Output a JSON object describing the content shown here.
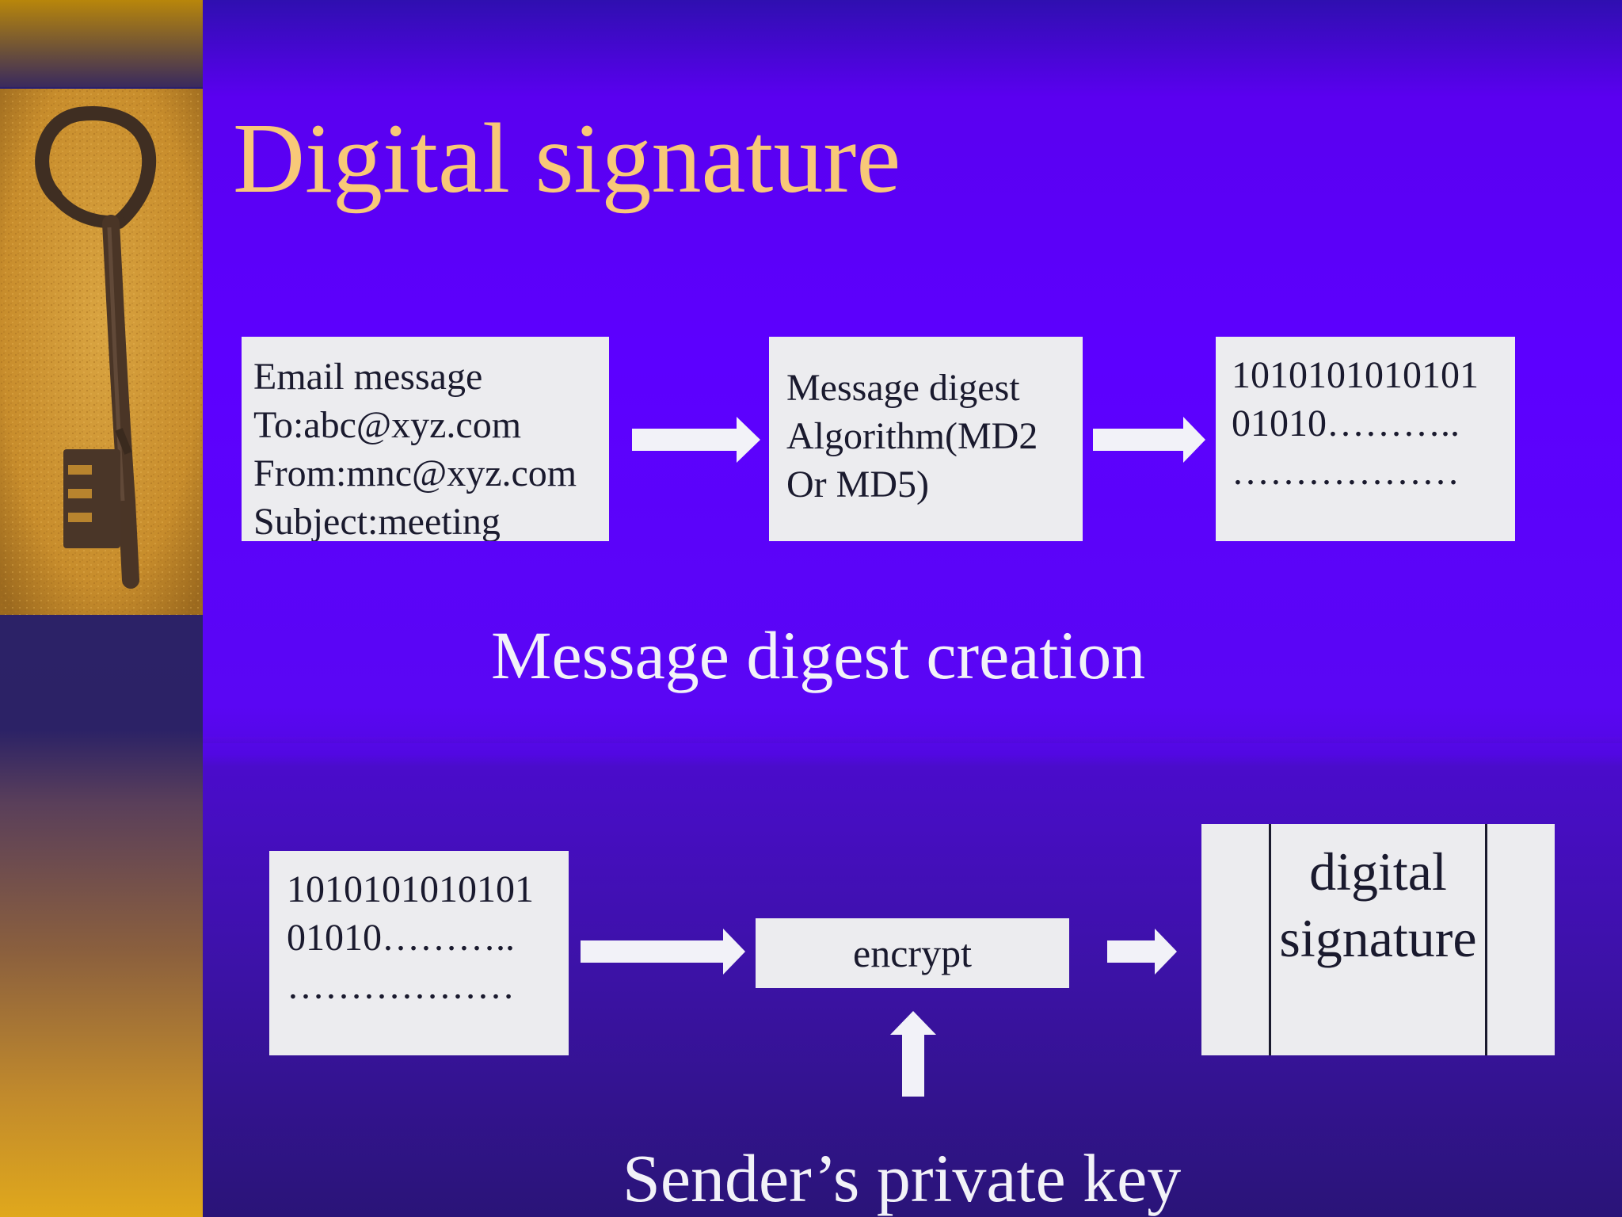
{
  "slide": {
    "title": "Digital signature",
    "colors": {
      "title": "#f8c878",
      "background": "#5c00ff",
      "box": "#ececef",
      "text_dark": "#1a1a2e",
      "caption": "#f2f2f8",
      "arrow": "#f2f2f8",
      "sidebar_gold": "#e0a81c"
    },
    "sidebar_image": "old-key-on-sand-image"
  },
  "creation": {
    "email_box": {
      "lines": [
        "Email message",
        "To:abc@xyz.com",
        "From:mnc@xyz.com",
        "Subject:meeting"
      ]
    },
    "algorithm_box": {
      "lines": [
        "Message  digest",
        "Algorithm(MD2",
        "Or MD5)"
      ]
    },
    "digest_box": {
      "lines": [
        "1010101010101",
        "01010………..",
        "………………"
      ]
    },
    "caption": "Message digest creation"
  },
  "signing": {
    "digest_box": {
      "lines": [
        "1010101010101",
        "01010………..",
        "………………"
      ]
    },
    "encrypt_box": {
      "label": "encrypt"
    },
    "signature_box": {
      "lines": [
        "digital",
        "signature"
      ]
    },
    "caption": "Sender’s private key"
  }
}
